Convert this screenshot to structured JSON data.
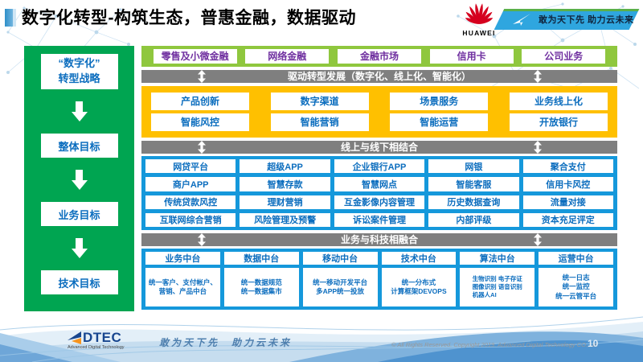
{
  "header": {
    "title": "数字化转型-构筑生态，普惠金融，数据驱动",
    "huawei_wordmark": "HUAWEI",
    "banner_tagline": "敢为天下先 助力云未来"
  },
  "sidebar": {
    "items": [
      "“数字化”\n转型战略",
      "整体目标",
      "业务目标",
      "技术目标"
    ]
  },
  "business_band": {
    "items": [
      "零售及小微金融",
      "网络金融",
      "金融市场",
      "信用卡",
      "公司业务"
    ]
  },
  "connector_bars": {
    "drive": "驱动转型发展（数字化、线上化、智能化）",
    "online_offline": "线上与线下相结合",
    "tech_fusion": "业务与科技相融合"
  },
  "capability_band": {
    "rows": [
      [
        "产品创新",
        "数字渠道",
        "场景服务",
        "业务线上化"
      ],
      [
        "智能风控",
        "智能营销",
        "智能运营",
        "开放银行"
      ]
    ]
  },
  "application_band": {
    "rows": [
      [
        "网贷平台",
        "超级APP",
        "企业银行APP",
        "网银",
        "聚合支付"
      ],
      [
        "商户APP",
        "智慧存款",
        "智慧网点",
        "智能客服",
        "信用卡风控"
      ],
      [
        "传统贷款风控",
        "理财营销",
        "互金影像内容管理",
        "历史数据查询",
        "流量对接"
      ],
      [
        "互联网综合营销",
        "风险管理及预警",
        "诉讼案件管理",
        "内部评级",
        "资本充足评定"
      ]
    ]
  },
  "platform_band": {
    "columns": [
      {
        "title": "业务中台",
        "detail": "统一客户、支付帐户、营销、产品中台"
      },
      {
        "title": "数据中台",
        "detail": "统一数据规范\n统一数据集市"
      },
      {
        "title": "移动中台",
        "detail": "统一移动开发平台\n多APP统一投放"
      },
      {
        "title": "技术中台",
        "detail": "统一分布式\n计算框架DEVOPS"
      },
      {
        "title": "算法中台",
        "detail": "生物识别 电子存证\n图像识别 语音识别\n机器人AI"
      },
      {
        "title": "运营中台",
        "detail": "统一日志\n统一监控\n统一云管平台"
      }
    ]
  },
  "footer": {
    "logo_text": "DTEC",
    "logo_subtext": "Advanced Digital Technology",
    "tagline": "敢为天下先　助力云未来",
    "copyright": "© All Rights Reserved. Copyright 2019. Advanced Digital Technology CO.,Ltd",
    "page_number": "10"
  },
  "colors": {
    "sidebar_green": "#00A551",
    "band_green": "#8FC73E",
    "band_yellow": "#FFC000",
    "band_blue": "#1598DB",
    "bar_gray": "#7F7F7F",
    "text_blue": "#0B6DBE",
    "text_purple": "#7030A0",
    "huawei_red": "#D5001F",
    "banner_blue": "#2FA6DF"
  }
}
